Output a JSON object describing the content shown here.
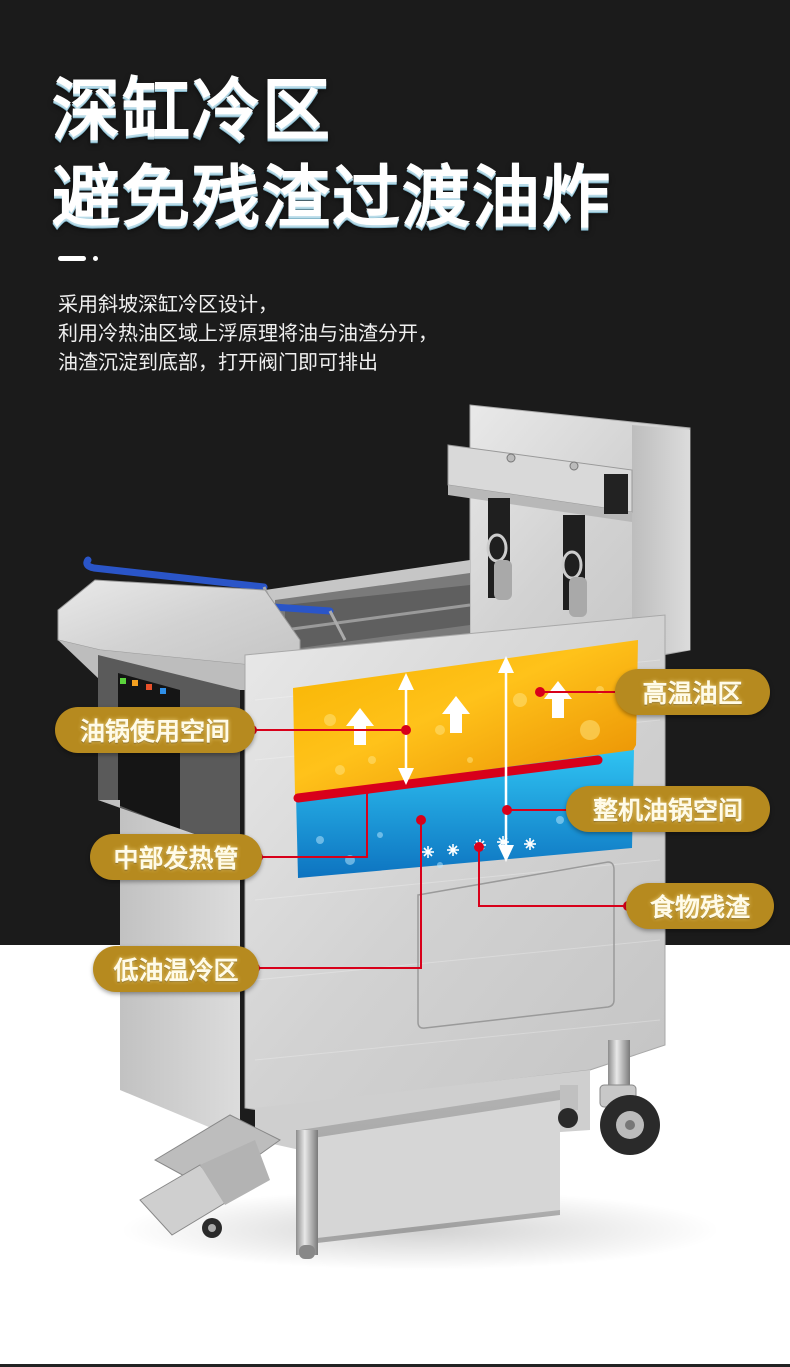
{
  "headline": {
    "line1": "深缸冷区",
    "line2": "避免残渣过渡油炸"
  },
  "description": [
    "采用斜坡深缸冷区设计，",
    "利用冷热油区域上浮原理将油与油渣分开，",
    "油渣沉淀到底部，打开阀门即可排出"
  ],
  "callouts": {
    "pot_usable_space": "油锅使用空间",
    "middle_heating_tube": "中部发热管",
    "low_temp_cold_zone": "低油温冷区",
    "high_temp_oil_zone": "高温油区",
    "whole_pot_space": "整机油锅空间",
    "food_residue": "食物残渣"
  },
  "colors": {
    "background_dark": "#1b1b1b",
    "background_light": "#ffffff",
    "callout_pill": "#b68a1f",
    "leader_line": "#d8001a",
    "hot_oil": "#f2a500",
    "cold_oil": "#1aa6dc",
    "basket_handle": "#2a55c8"
  }
}
